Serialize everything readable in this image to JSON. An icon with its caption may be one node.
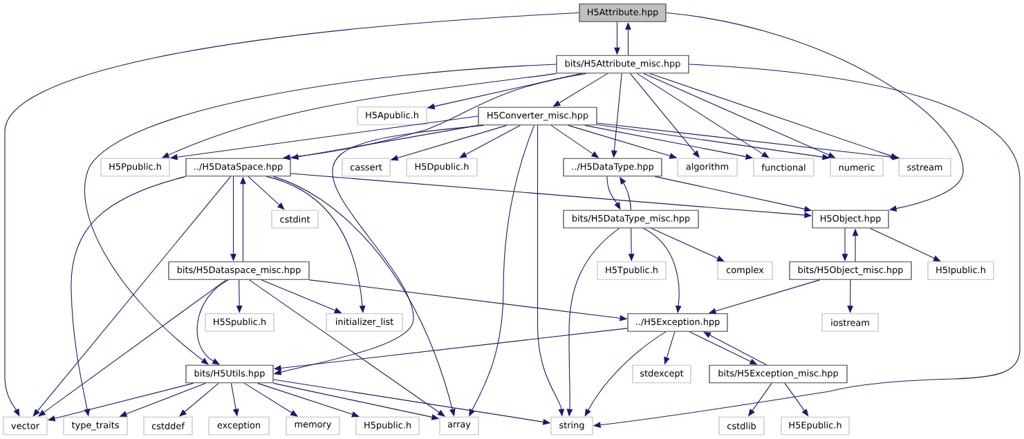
{
  "diagram": {
    "nodes": [
      {
        "text": [
          "H5Attribute.hpp"
        ]
      },
      {
        "text": [
          "bits/H5Attribute_misc.hpp"
        ]
      },
      {
        "text": [
          "H5Apublic.h"
        ]
      },
      {
        "text": [
          "H5Converter_misc.hpp"
        ]
      },
      {
        "text": [
          "H5Ppublic.h"
        ]
      },
      {
        "text": [
          "../H5DataSpace.hpp"
        ]
      },
      {
        "text": [
          "cassert"
        ]
      },
      {
        "text": [
          "H5Dpublic.h"
        ]
      },
      {
        "text": [
          "../H5DataType.hpp"
        ]
      },
      {
        "text": [
          "algorithm"
        ]
      },
      {
        "text": [
          "functional"
        ]
      },
      {
        "text": [
          "numeric"
        ]
      },
      {
        "text": [
          "sstream"
        ]
      },
      {
        "text": [
          "cstdint"
        ]
      },
      {
        "text": [
          "bits/H5DataType_misc.hpp"
        ]
      },
      {
        "text": [
          "H5Object.hpp"
        ]
      },
      {
        "text": [
          "bits/H5Dataspace_misc.hpp"
        ]
      },
      {
        "text": [
          "H5Tpublic.h"
        ]
      },
      {
        "text": [
          "complex"
        ]
      },
      {
        "text": [
          "bits/H5Object_misc.hpp"
        ]
      },
      {
        "text": [
          "H5Ipublic.h"
        ]
      },
      {
        "text": [
          "H5Spublic.h"
        ]
      },
      {
        "text": [
          "initializer_list"
        ]
      },
      {
        "text": [
          "../H5Exception.hpp"
        ]
      },
      {
        "text": [
          "iostream"
        ]
      },
      {
        "text": [
          "bits/H5Utils.hpp"
        ]
      },
      {
        "text": [
          "stdexcept"
        ]
      },
      {
        "text": [
          "bits/H5Exception_misc.hpp"
        ]
      },
      {
        "text": [
          "vector"
        ]
      },
      {
        "text": [
          "type_traits"
        ]
      },
      {
        "text": [
          "cstddef"
        ]
      },
      {
        "text": [
          "exception"
        ]
      },
      {
        "text": [
          "memory"
        ]
      },
      {
        "text": [
          "H5public.h"
        ]
      },
      {
        "text": [
          "array"
        ]
      },
      {
        "text": [
          "string"
        ]
      },
      {
        "text": [
          "cstdlib"
        ]
      },
      {
        "text": [
          "H5Epublic.h"
        ]
      }
    ],
    "edges": [
      {
        "from": 0,
        "to": 1,
        "arrow": "to"
      },
      {
        "from": 0,
        "to": 28,
        "arrow": "to"
      },
      {
        "from": 0,
        "to": 15,
        "arrow": "to"
      },
      {
        "from": 1,
        "to": 0,
        "arrow": "to"
      },
      {
        "from": 1,
        "to": 4,
        "arrow": "to"
      },
      {
        "from": 1,
        "to": 2,
        "arrow": "to"
      },
      {
        "from": 1,
        "to": 5,
        "arrow": "to"
      },
      {
        "from": 1,
        "to": 3,
        "arrow": "to"
      },
      {
        "from": 1,
        "to": 25,
        "arrow": "to"
      },
      {
        "from": 1,
        "to": 8,
        "arrow": "to"
      },
      {
        "from": 1,
        "to": 9,
        "arrow": "to"
      },
      {
        "from": 1,
        "to": 10,
        "arrow": "to"
      },
      {
        "from": 1,
        "to": 11,
        "arrow": "to"
      },
      {
        "from": 1,
        "to": 12,
        "arrow": "to"
      },
      {
        "from": 1,
        "to": 35,
        "arrow": "to"
      },
      {
        "from": 3,
        "to": 4,
        "arrow": "to"
      },
      {
        "from": 3,
        "to": 5,
        "arrow": "to"
      },
      {
        "from": 3,
        "to": 25,
        "arrow": "to"
      },
      {
        "from": 3,
        "to": 6,
        "arrow": "to"
      },
      {
        "from": 3,
        "to": 7,
        "arrow": "to"
      },
      {
        "from": 3,
        "to": 34,
        "arrow": "to"
      },
      {
        "from": 3,
        "to": 35,
        "arrow": "to"
      },
      {
        "from": 3,
        "to": 8,
        "arrow": "to"
      },
      {
        "from": 3,
        "to": 9,
        "arrow": "to"
      },
      {
        "from": 3,
        "to": 10,
        "arrow": "to"
      },
      {
        "from": 3,
        "to": 11,
        "arrow": "to"
      },
      {
        "from": 3,
        "to": 12,
        "arrow": "to"
      },
      {
        "from": 5,
        "to": 16,
        "arrow": "to"
      },
      {
        "from": 5,
        "to": 13,
        "arrow": "to"
      },
      {
        "from": 5,
        "to": 22,
        "arrow": "to"
      },
      {
        "from": 5,
        "to": 34,
        "arrow": "to"
      },
      {
        "from": 5,
        "to": 28,
        "arrow": "to"
      },
      {
        "from": 5,
        "to": 29,
        "arrow": "to"
      },
      {
        "from": 5,
        "to": 15,
        "arrow": "to"
      },
      {
        "from": 8,
        "to": 14,
        "arrow": "to"
      },
      {
        "from": 8,
        "to": 15,
        "arrow": "to"
      },
      {
        "from": 14,
        "to": 8,
        "arrow": "to"
      },
      {
        "from": 14,
        "to": 17,
        "arrow": "to"
      },
      {
        "from": 14,
        "to": 18,
        "arrow": "to"
      },
      {
        "from": 14,
        "to": 23,
        "arrow": "to"
      },
      {
        "from": 14,
        "to": 35,
        "arrow": "to"
      },
      {
        "from": 15,
        "to": 19,
        "arrow": "to"
      },
      {
        "from": 15,
        "to": 20,
        "arrow": "to"
      },
      {
        "from": 16,
        "to": 5,
        "arrow": "to"
      },
      {
        "from": 16,
        "to": 28,
        "arrow": "to"
      },
      {
        "from": 16,
        "to": 25,
        "arrow": "to"
      },
      {
        "from": 16,
        "to": 21,
        "arrow": "to"
      },
      {
        "from": 16,
        "to": 22,
        "arrow": "to"
      },
      {
        "from": 16,
        "to": 34,
        "arrow": "to"
      },
      {
        "from": 16,
        "to": 23,
        "arrow": "to"
      },
      {
        "from": 19,
        "to": 15,
        "arrow": "to"
      },
      {
        "from": 19,
        "to": 23,
        "arrow": "to"
      },
      {
        "from": 19,
        "to": 24,
        "arrow": "to"
      },
      {
        "from": 23,
        "to": 25,
        "arrow": "to"
      },
      {
        "from": 23,
        "to": 26,
        "arrow": "to"
      },
      {
        "from": 23,
        "to": 35,
        "arrow": "to"
      },
      {
        "from": 23,
        "to": 27,
        "arrow": "to"
      },
      {
        "from": 25,
        "to": 28,
        "arrow": "to"
      },
      {
        "from": 25,
        "to": 29,
        "arrow": "to"
      },
      {
        "from": 25,
        "to": 30,
        "arrow": "to"
      },
      {
        "from": 25,
        "to": 31,
        "arrow": "to"
      },
      {
        "from": 25,
        "to": 32,
        "arrow": "to"
      },
      {
        "from": 25,
        "to": 33,
        "arrow": "to"
      },
      {
        "from": 25,
        "to": 34,
        "arrow": "to"
      },
      {
        "from": 25,
        "to": 35,
        "arrow": "to"
      },
      {
        "from": 27,
        "to": 23,
        "arrow": "to"
      },
      {
        "from": 27,
        "to": 36,
        "arrow": "to"
      },
      {
        "from": 27,
        "to": 37,
        "arrow": "to"
      }
    ]
  }
}
